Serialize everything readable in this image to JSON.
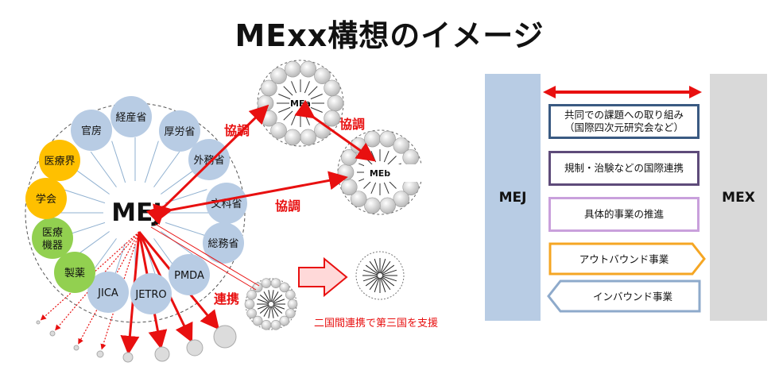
{
  "title": "MExx構想のイメージ",
  "left": {
    "center_label": "MEJ",
    "ring_nodes": [
      {
        "label": "経産省",
        "color": "#b8cce4"
      },
      {
        "label": "厚労省",
        "color": "#b8cce4"
      },
      {
        "label": "外務省",
        "color": "#b8cce4"
      },
      {
        "label": "文科省",
        "color": "#b8cce4"
      },
      {
        "label": "総務省",
        "color": "#b8cce4"
      },
      {
        "label": "PMDA",
        "color": "#b8cce4"
      },
      {
        "label": "JETRO",
        "color": "#b8cce4"
      },
      {
        "label": "JICA",
        "color": "#b8cce4"
      },
      {
        "label": "製薬",
        "color": "#92d050"
      },
      {
        "label": "医療機器",
        "color": "#92d050"
      },
      {
        "label": "学会",
        "color": "#ffc000"
      },
      {
        "label": "医療界",
        "color": "#ffc000"
      },
      {
        "label": "官房",
        "color": "#b8cce4"
      }
    ],
    "mea_label": "MEa",
    "meb_label": "MEb",
    "kyocho_1": "協調",
    "kyocho_2": "協調",
    "kyocho_3": "協調",
    "renkei": "連携",
    "support_text": "二国間連携で第三国を支援",
    "colors": {
      "arrow_red": "#e81010",
      "node_blue": "#b8cce4",
      "node_green": "#92d050",
      "node_orange": "#ffc000"
    }
  },
  "right": {
    "mej_label": "MEJ",
    "mex_label": "MEX",
    "box1_line1": "共同での課題への取り組み",
    "box1_line2": "（国際四次元研究会など）",
    "box2": "規制・治験などの国際連携",
    "box3": "具体的事業の推進",
    "outbound": "アウトバウンド事業",
    "inbound": "インバウンド事業",
    "colors": {
      "mej": "#b8cce4",
      "mex": "#d9d9d9",
      "outbound_border": "#f5a623",
      "inbound_border": "#8eaacb"
    }
  }
}
